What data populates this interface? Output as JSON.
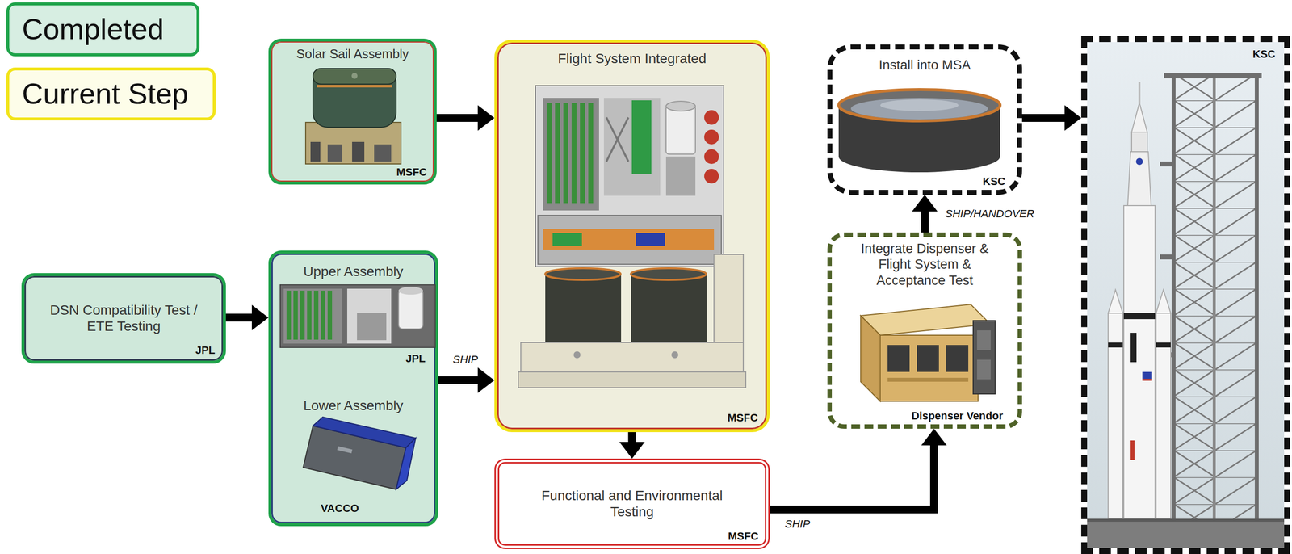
{
  "diagram": {
    "nodes": [
      {
        "text": [
          "Solar Sail Assembly",
          "MSFC"
        ]
      },
      {
        "text": [
          "DSN Compatibility Test / ETE Testing",
          "JPL"
        ]
      },
      {
        "text": [
          "Upper Assembly",
          "JPL",
          "Lower Assembly",
          "VACCO"
        ]
      },
      {
        "text": [
          "Flight System Integrated",
          "MSFC"
        ]
      },
      {
        "text": [
          "Functional and Environmental Testing",
          "MSFC"
        ]
      },
      {
        "text": [
          "Integrate Dispenser & Flight System & Acceptance Test",
          "Dispenser Vendor"
        ]
      },
      {
        "text": [
          "Install into MSA",
          "KSC"
        ]
      },
      {
        "text": [
          "KSC"
        ]
      }
    ],
    "edges": [
      {
        "from": 0,
        "to": 3,
        "arrow": "to"
      },
      {
        "from": 1,
        "to": 2,
        "arrow": "to"
      },
      {
        "from": 2,
        "to": 3,
        "arrow": "to",
        "label": "SHIP"
      },
      {
        "from": 3,
        "to": 4,
        "arrow": "to"
      },
      {
        "from": 4,
        "to": 5,
        "arrow": "to",
        "label": "SHIP"
      },
      {
        "from": 5,
        "to": 6,
        "arrow": "to",
        "label": "SHIP/HANDOVER"
      },
      {
        "from": 6,
        "to": 7,
        "arrow": "to"
      }
    ],
    "legend": [
      {
        "text": "Completed",
        "color": "#1fa34a"
      },
      {
        "text": "Current Step",
        "color": "#f2e41a"
      }
    ]
  }
}
